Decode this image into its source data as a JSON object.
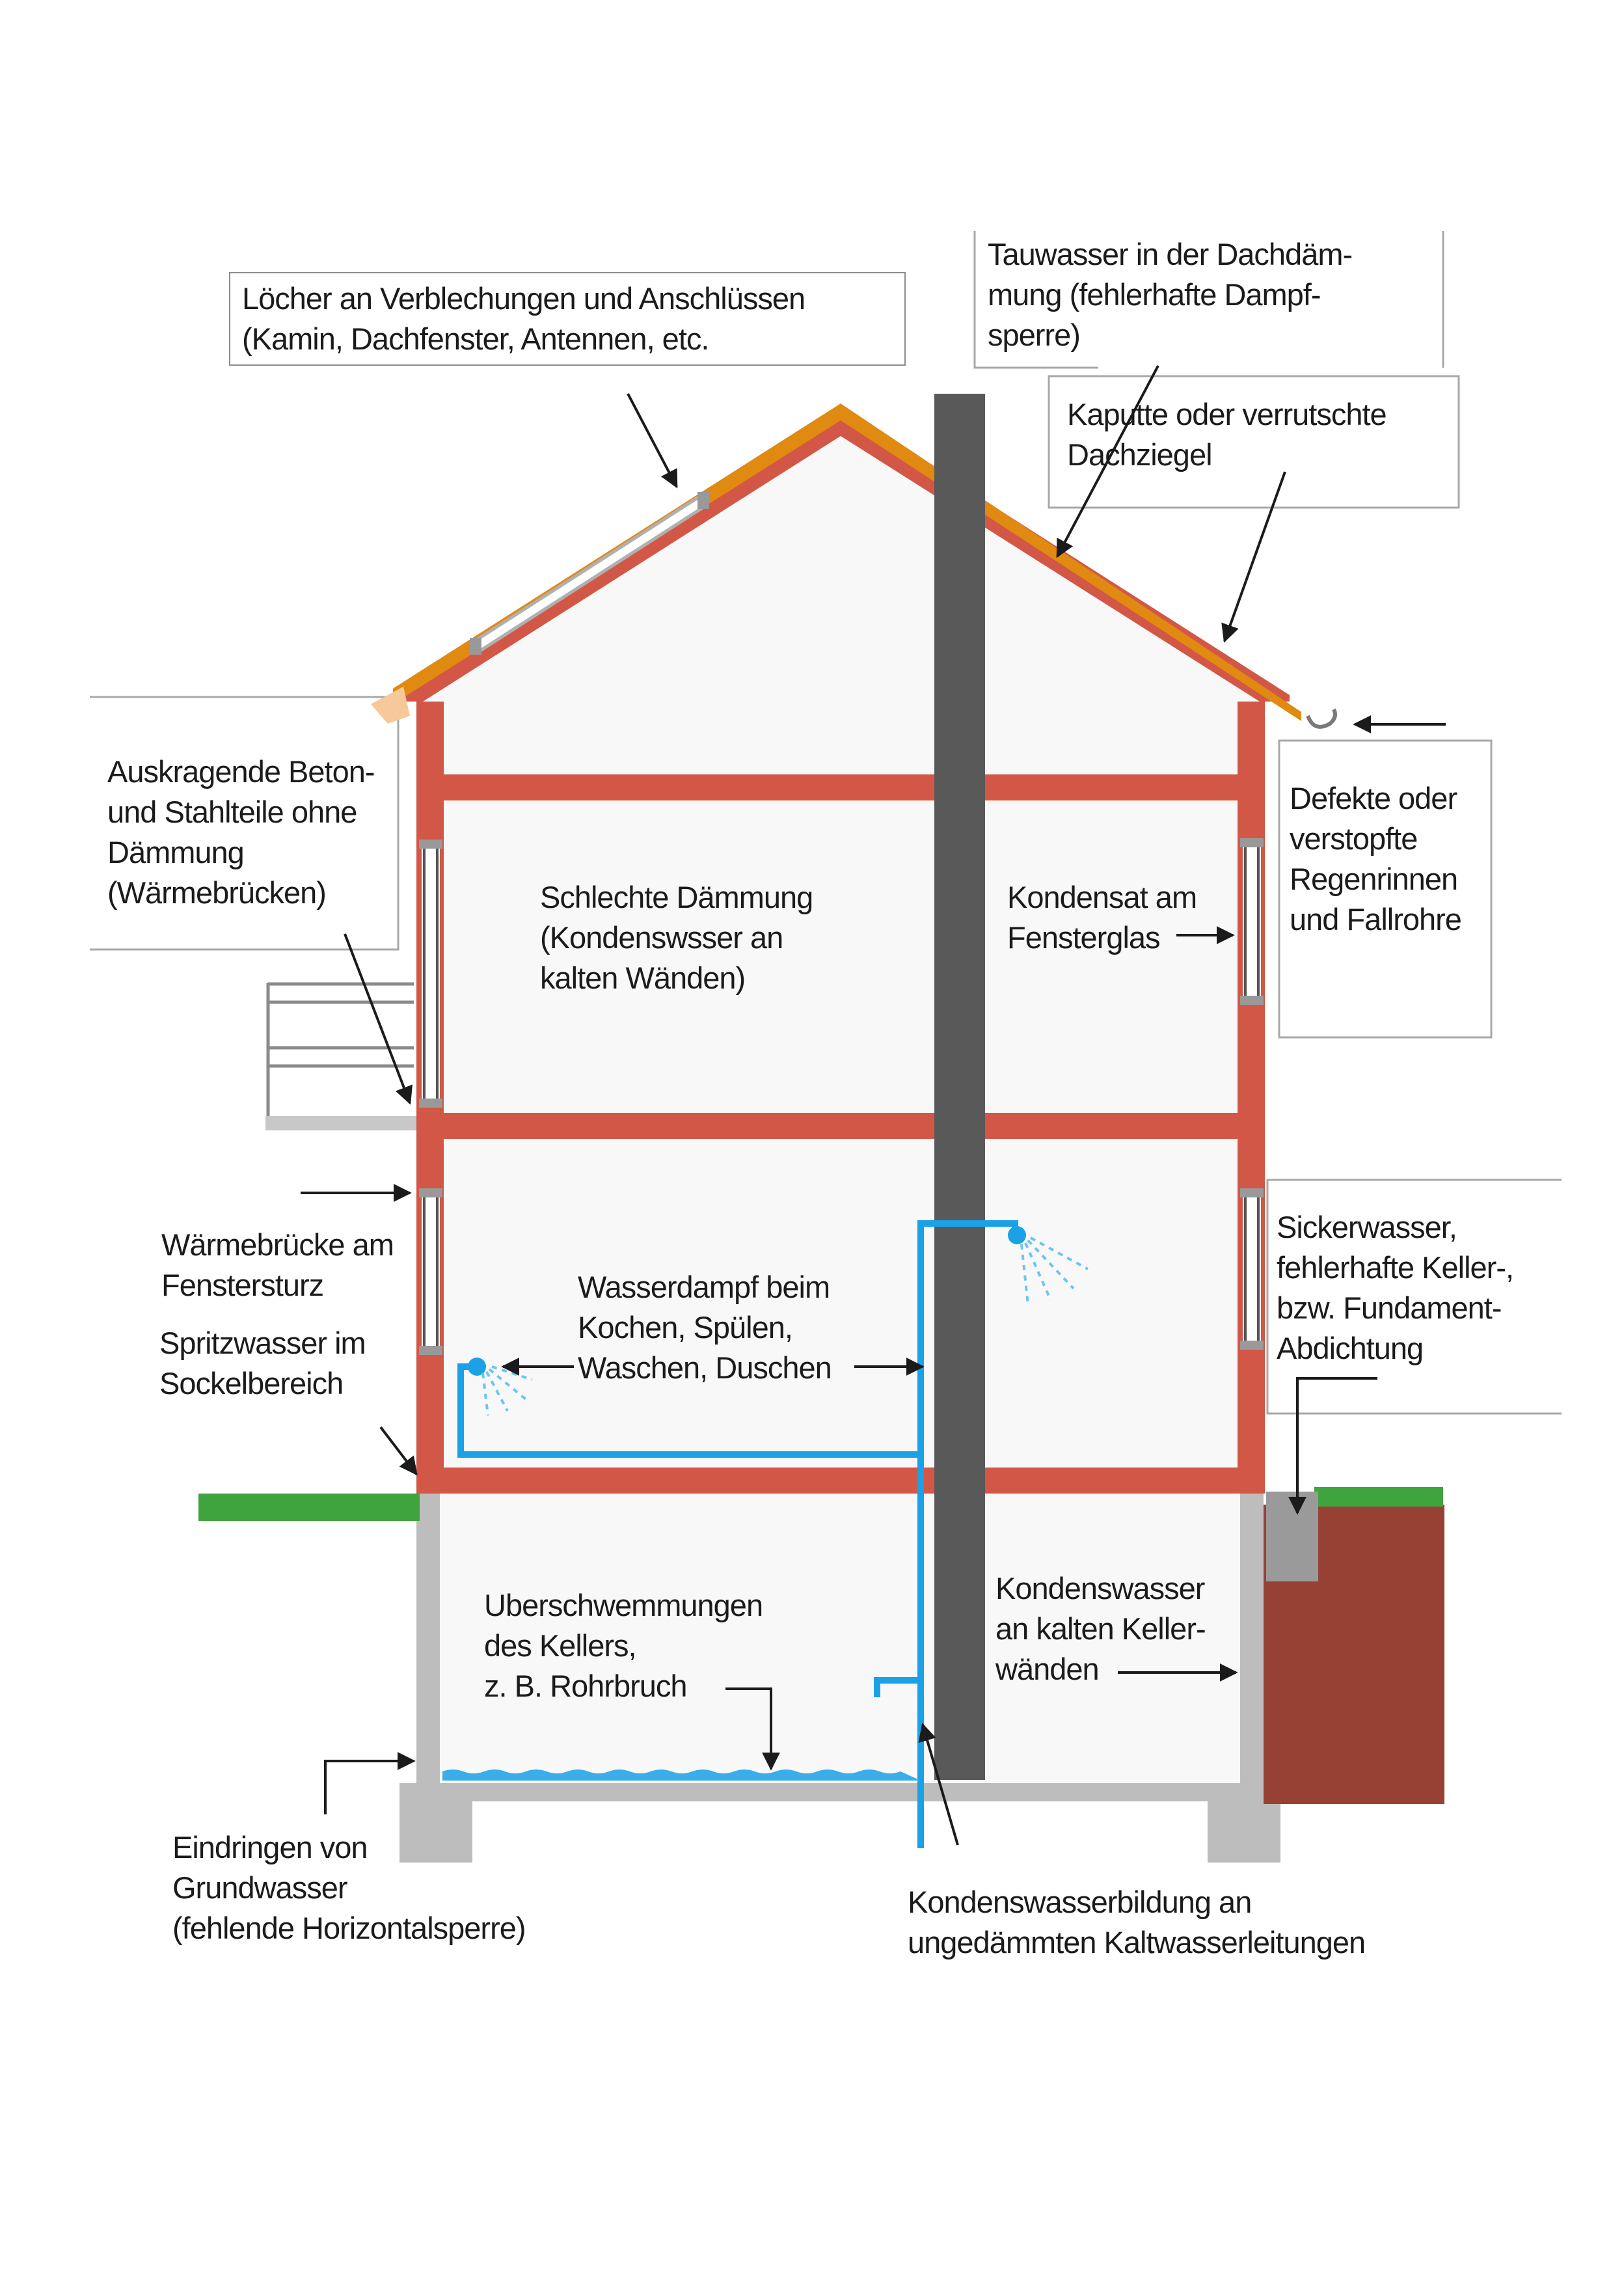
{
  "diagram": {
    "labels": {
      "locher": [
        "Löcher an Verblechungen und Anschlüssen",
        "(Kamin, Dachfenster, Antennen, etc."
      ],
      "tauwasser": [
        "Tauwasser in der Dachdäm-",
        "mung (fehlerhafte Dampf-",
        "sperre)"
      ],
      "kaputte": [
        "Kaputte oder verrutschte",
        "Dachziegel"
      ],
      "auskragende": [
        "Auskragende Beton-",
        "und Stahlteile ohne",
        "Dämmung",
        "(Wärmebrücken)"
      ],
      "schlechte": [
        "Schlechte Dämmung",
        "(Kondenswsser an",
        "kalten Wänden)"
      ],
      "kondensat": [
        "Kondensat am",
        "Fensterglas"
      ],
      "defekte": [
        "Defekte oder",
        "verstopfte",
        "Regenrinnen",
        "und Fallrohre"
      ],
      "waermebruecke": [
        "Wärmebrücke am",
        "Fenstersturz"
      ],
      "spritzwasser": [
        "Spritzwasser im",
        "Sockelbereich"
      ],
      "wasserdampf": [
        "Wasserdampf beim",
        "Kochen, Spülen,",
        "Waschen, Duschen"
      ],
      "sickerwasser": [
        "Sickerwasser,",
        "fehlerhafte Keller-,",
        "bzw. Fundament-",
        "Abdichtung"
      ],
      "ueberschwemmung": [
        "Uberschwemmungen",
        "des Kellers,",
        "z. B. Rohrbruch"
      ],
      "kondenswasser": [
        "Kondenswasser",
        "an kalten Keller-",
        "wänden"
      ],
      "grundwasser": [
        "Eindringen von",
        "Grundwasser",
        "(fehlende Horizontalsperre)"
      ],
      "leitungen": [
        "Kondenswasserbildung an",
        "ungedämmten Kaltwasserleitungen"
      ]
    },
    "colors": {
      "wall": "#d25746",
      "roof_tile": "#e08a12",
      "chimney": "#595959",
      "water_pipe": "#1ba1e6",
      "grass": "#3fa33e",
      "soil": "#964134",
      "basement": "#bdbdbd",
      "interior": "#f8f8f8"
    }
  }
}
